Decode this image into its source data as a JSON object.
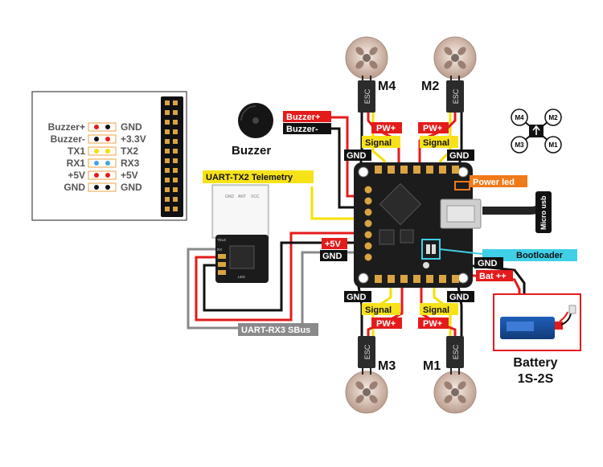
{
  "colors": {
    "red_wire": "#e41b1b",
    "black_wire": "#111111",
    "yellow_wire": "#f5e000",
    "grey_wire": "#8a8a8a",
    "cyan": "#3fd0e6",
    "orange": "#f07a1a",
    "pcb": "#1c1c1c",
    "gold": "#d9a441",
    "label_black": "#111111",
    "label_red": "#e41b1b",
    "label_yellow": "#f7e21a"
  },
  "pinout": {
    "rows": [
      {
        "left": "Buzzer+",
        "right": "GND",
        "c1": "#e41b1b",
        "c2": "#111111"
      },
      {
        "left": "Buzzer-",
        "right": "+3.3V",
        "c1": "#111111",
        "c2": "#e41b1b"
      },
      {
        "left": "TX1",
        "right": "TX2",
        "c1": "#f5e000",
        "c2": "#f5e000"
      },
      {
        "left": "RX1",
        "right": "RX3",
        "c1": "#3fa7e6",
        "c2": "#3fa7e6"
      },
      {
        "left": "+5V",
        "right": "+5V",
        "c1": "#e41b1b",
        "c2": "#e41b1b"
      },
      {
        "left": "GND",
        "right": "GND",
        "c1": "#111111",
        "c2": "#111111"
      }
    ]
  },
  "labels": {
    "m4": "M4",
    "m2": "M2",
    "m3": "M3",
    "m1": "M1",
    "esc": "ESC",
    "buzzer": "Buzzer",
    "buzzer_plus": "Buzzer+",
    "buzzer_minus": "Buzzer-",
    "pw_plus": "PW+",
    "signal": "Signal",
    "gnd": "GND",
    "plus5v": "+5V",
    "telemetry": "UART-TX2 Telemetry",
    "sbus": "UART-RX3 SBus",
    "power_led": "Power led",
    "micro_usb": "Micro usb",
    "bootloader": "Bootloader",
    "bat_plus": "Bat ++",
    "battery": "Battery",
    "battery_spec": "1S-2S",
    "receiver_marks": [
      "TELE",
      "RX",
      "LED"
    ],
    "telemetry_mod_marks": [
      "GND",
      "ANT",
      "VCC"
    ]
  },
  "quad_icon": {
    "m4": "M4",
    "m2": "M2",
    "m3": "M3",
    "m1": "M1"
  }
}
